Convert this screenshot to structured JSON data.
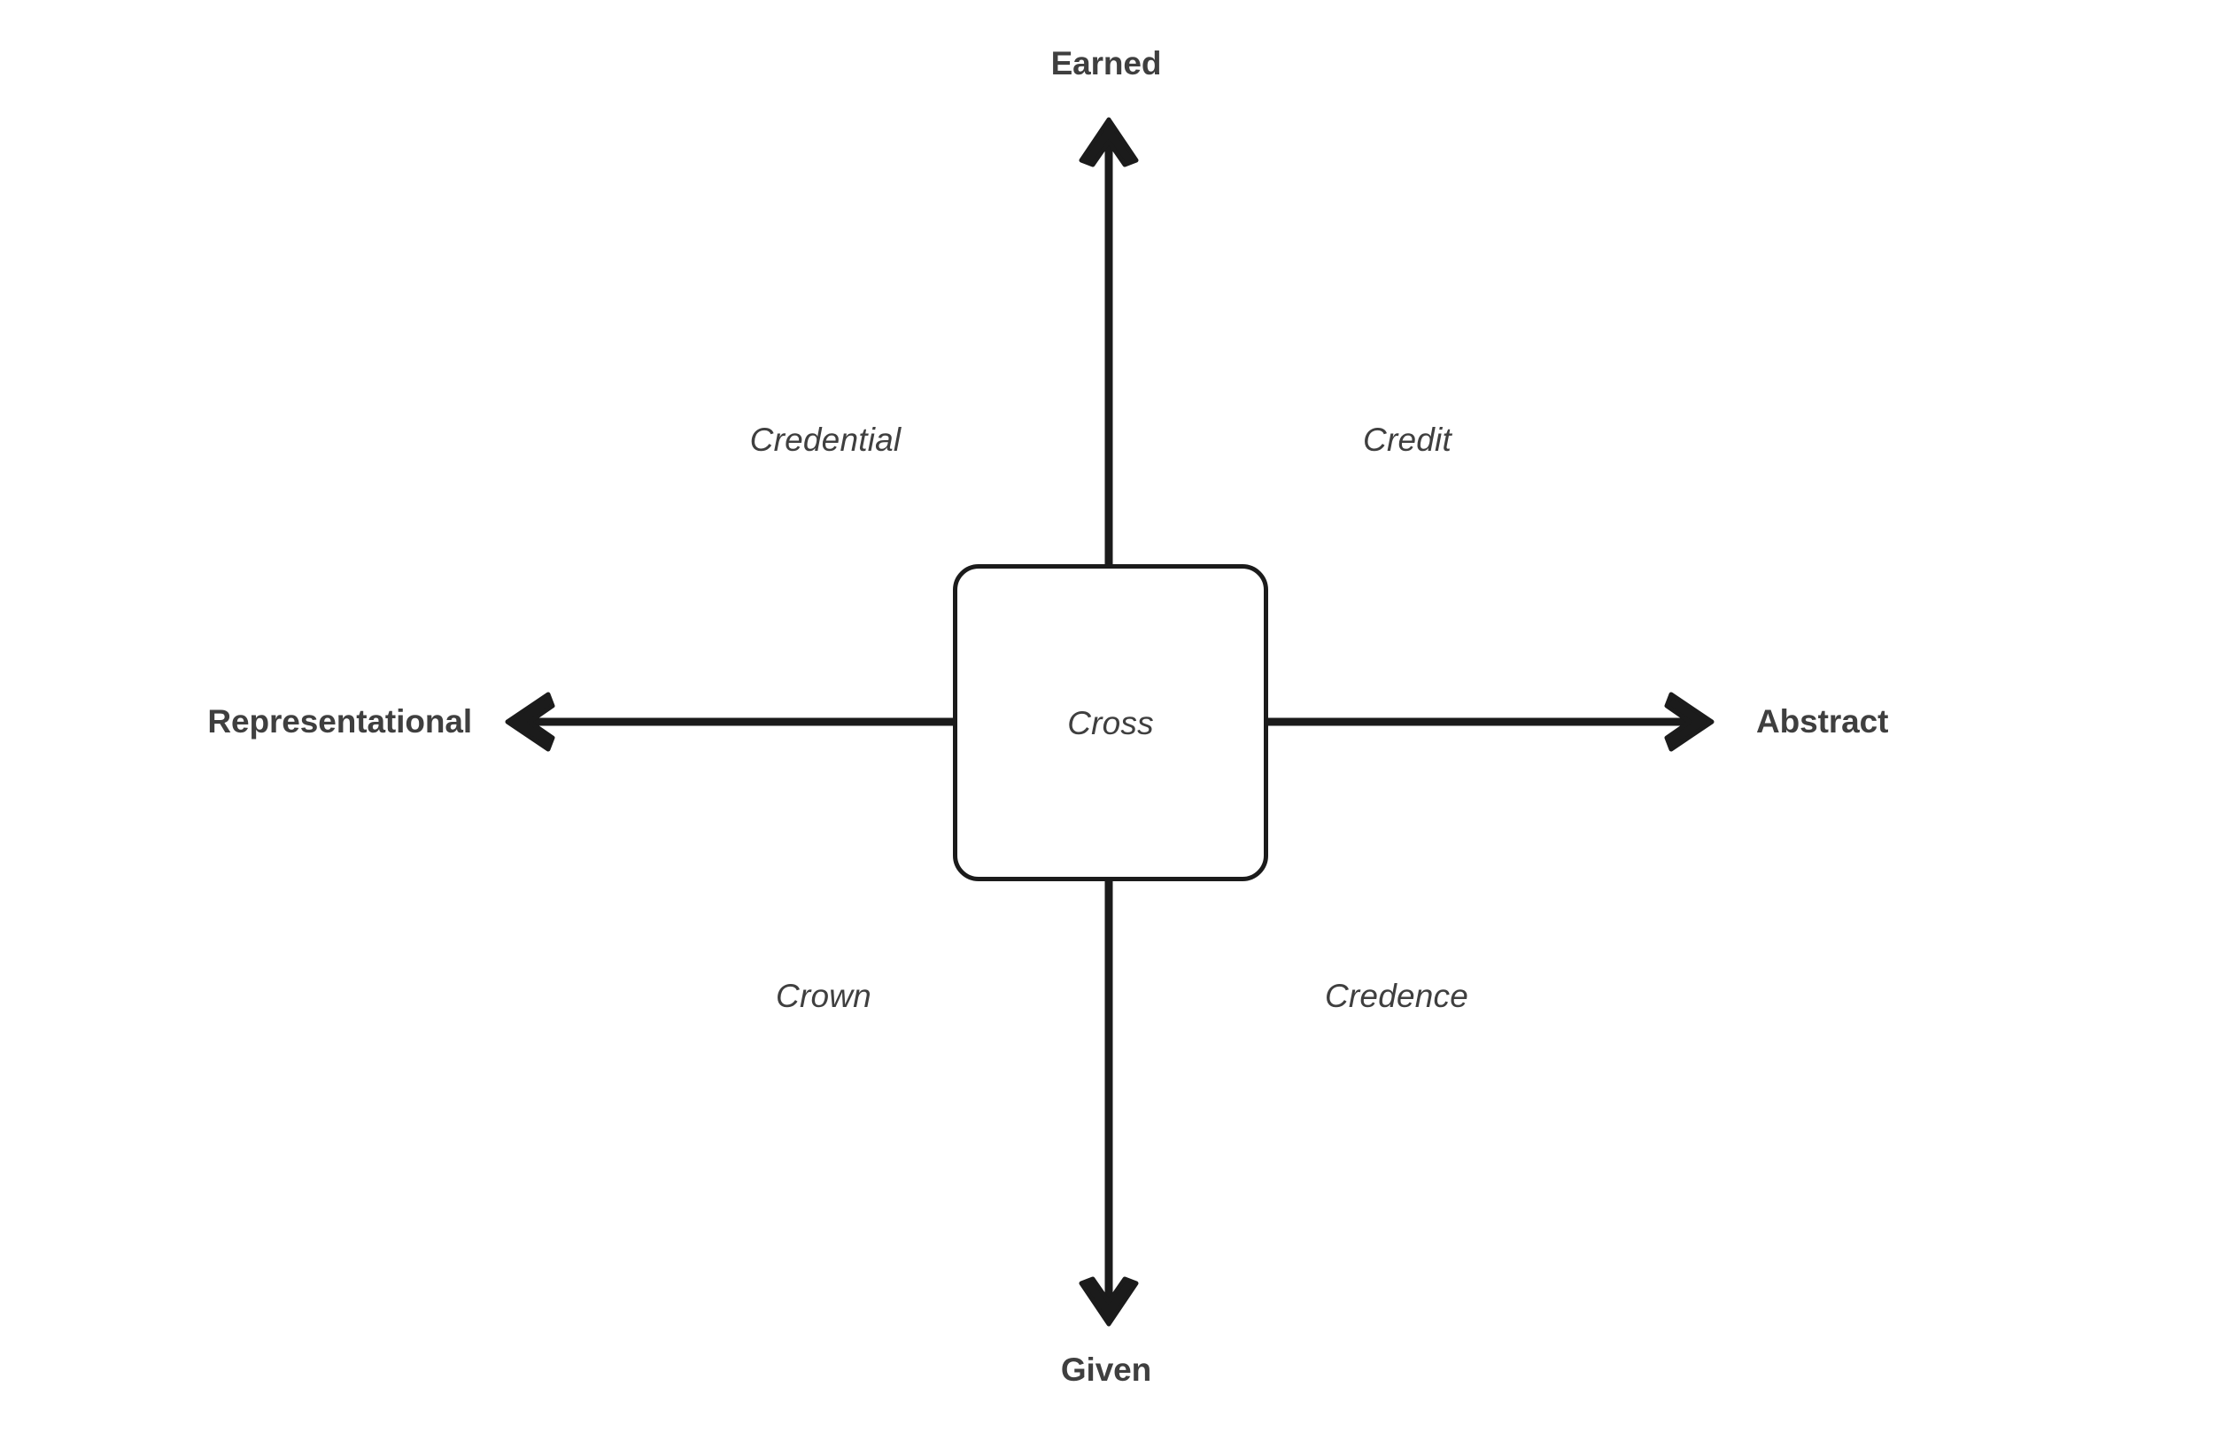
{
  "diagram": {
    "type": "two-axis-quadrant-cross",
    "background_color": "#ffffff",
    "stroke_color": "#1b1b1b",
    "text_color": "#3f3f3f",
    "center_node": {
      "label": "Cross",
      "shape": "rounded-rectangle"
    },
    "axes": {
      "vertical": {
        "top_label": "Earned",
        "bottom_label": "Given"
      },
      "horizontal": {
        "left_label": "Representational",
        "right_label": "Abstract"
      }
    },
    "quadrants": [
      {
        "position": "top-left",
        "label": "Credential"
      },
      {
        "position": "top-right",
        "label": "Credit"
      },
      {
        "position": "bottom-left",
        "label": "Crown"
      },
      {
        "position": "bottom-right",
        "label": "Credence"
      }
    ]
  }
}
